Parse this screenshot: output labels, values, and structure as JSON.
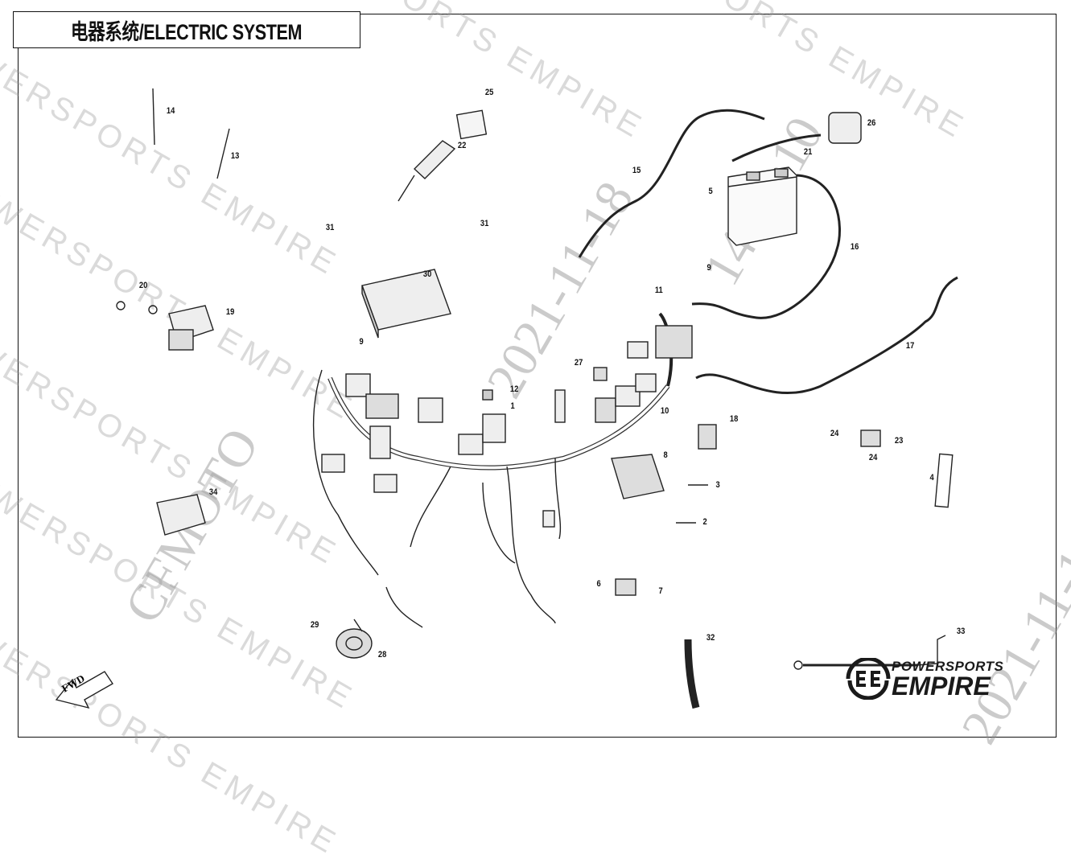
{
  "title": "电器系统/ELECTRIC SYSTEM",
  "watermarks": {
    "brand": "POWERSPORTS EMPIRE",
    "date": "2021-11-18",
    "time": "14:55:10",
    "maker": "CFMOTO"
  },
  "logo": {
    "line1": "POWERSPORTS",
    "line2": "EMPIRE"
  },
  "fwd_label": "FWD",
  "callouts": [
    "14",
    "13",
    "25",
    "22",
    "31",
    "31",
    "30",
    "20",
    "19",
    "9",
    "15",
    "21",
    "26",
    "5",
    "16",
    "9",
    "11",
    "17",
    "27",
    "12",
    "1",
    "10",
    "18",
    "8",
    "3",
    "2",
    "24",
    "23",
    "24",
    "4",
    "34",
    "6",
    "7",
    "32",
    "33",
    "29",
    "28"
  ]
}
